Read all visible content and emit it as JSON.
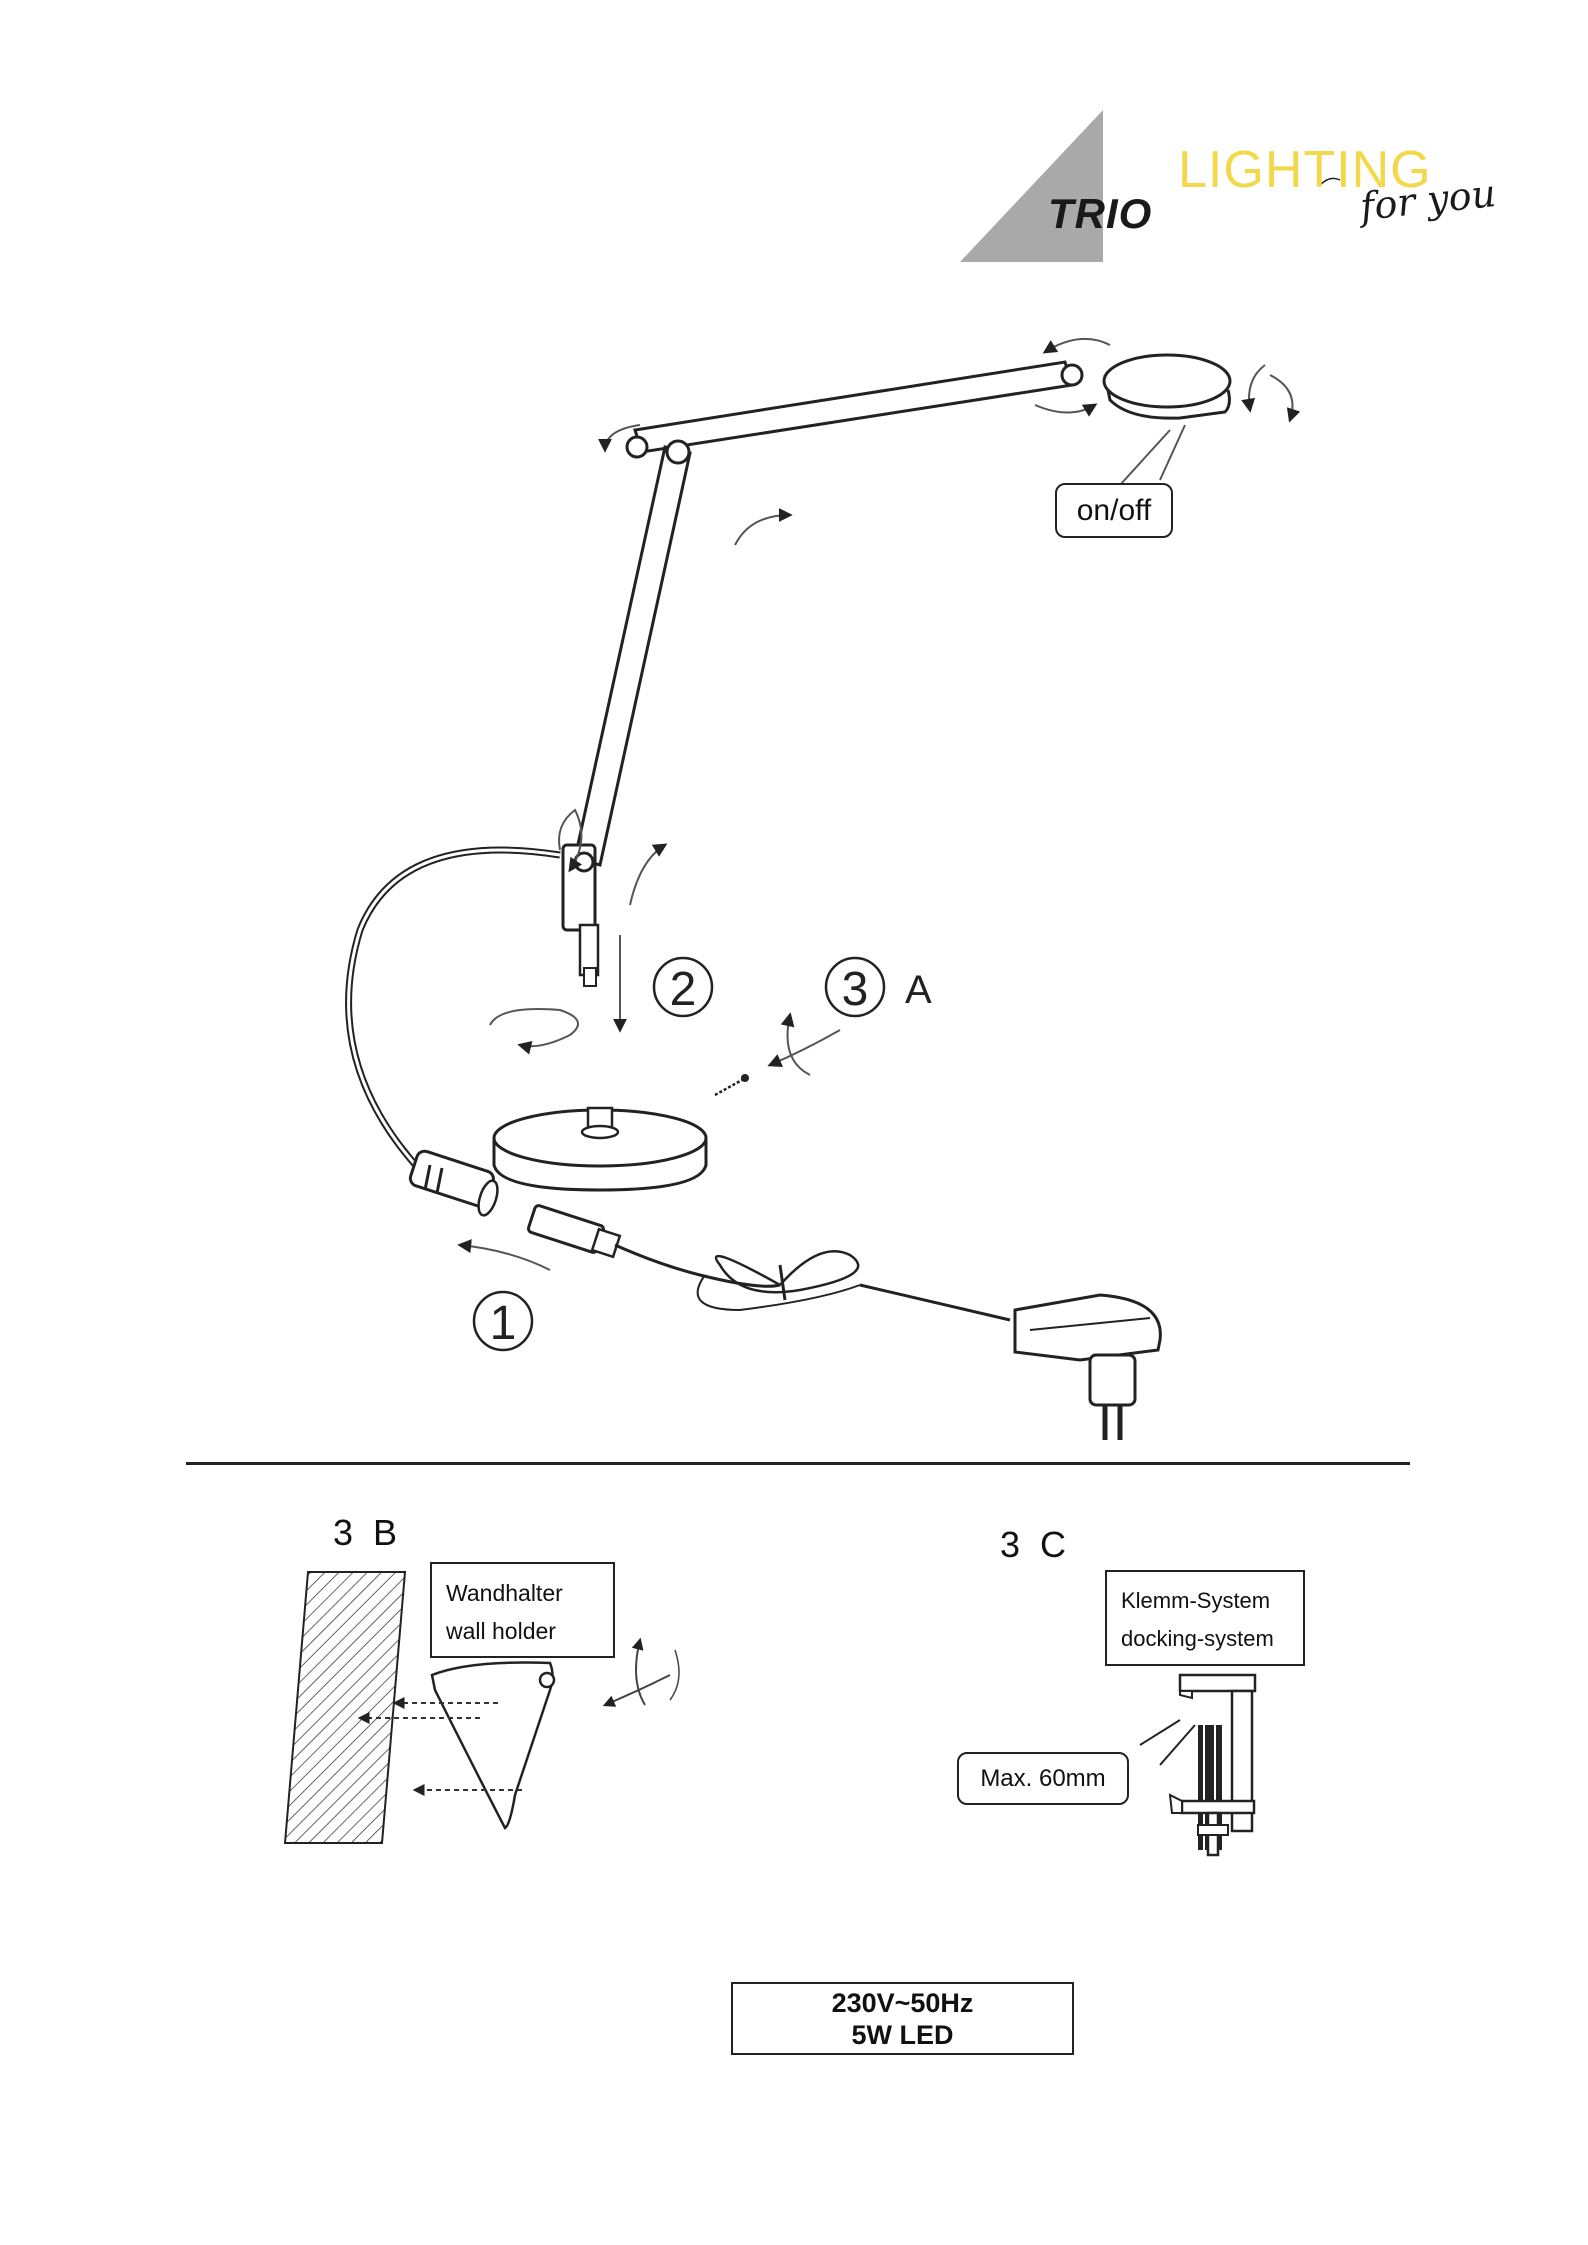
{
  "brand": {
    "name": "TRIO",
    "tagline_main": "LIGHTING",
    "tagline_script": "for you",
    "colors": {
      "triangle": "#a9a9a9",
      "tagline": "#f3d84b",
      "text": "#222222"
    }
  },
  "diagram_main": {
    "switch_label": "on/off",
    "steps": [
      {
        "number": "1"
      },
      {
        "number": "2"
      },
      {
        "number": "3",
        "suffix": "A"
      }
    ]
  },
  "section_3b": {
    "title": "3  B",
    "label_de": "Wandhalter",
    "label_en": "wall holder"
  },
  "section_3c": {
    "title": "3  C",
    "label_de": "Klemm-System",
    "label_en": "docking-system",
    "max_label": "Max. 60mm"
  },
  "spec": {
    "line1": "230V~50Hz",
    "line2": "5W LED"
  }
}
